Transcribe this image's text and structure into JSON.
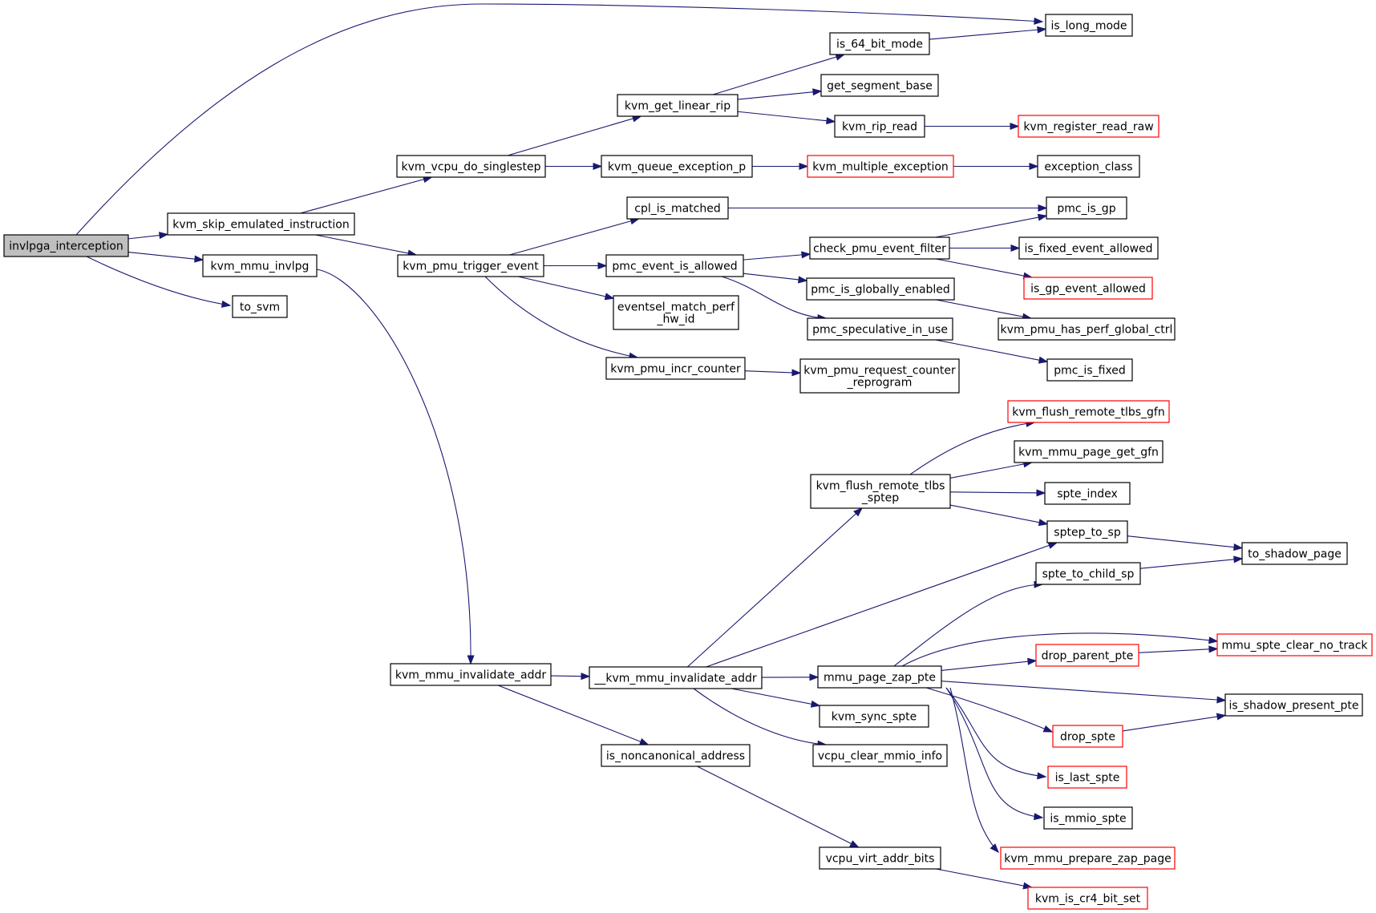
{
  "colors": {
    "edge": "#191970",
    "border_default": "#000000",
    "border_truncated": "#ff0000",
    "fill_default": "#ffffff",
    "fill_root": "#bfbfbf"
  },
  "nodes": [
    {
      "id": "n_root",
      "lines": [
        "invlpga_interception"
      ],
      "style": "root"
    },
    {
      "id": "n_skip",
      "lines": [
        "kvm_skip_emulated_instruction"
      ],
      "style": "default"
    },
    {
      "id": "n_mmu_invlpg",
      "lines": [
        "kvm_mmu_invlpg"
      ],
      "style": "default"
    },
    {
      "id": "n_to_svm",
      "lines": [
        "to_svm"
      ],
      "style": "default"
    },
    {
      "id": "n_is_long_mode",
      "lines": [
        "is_long_mode"
      ],
      "style": "default"
    },
    {
      "id": "n_singlestep",
      "lines": [
        "kvm_vcpu_do_singlestep"
      ],
      "style": "default"
    },
    {
      "id": "n_pmu_trigger",
      "lines": [
        "kvm_pmu_trigger_event"
      ],
      "style": "default"
    },
    {
      "id": "n_mmu_inval",
      "lines": [
        "kvm_mmu_invalidate_addr"
      ],
      "style": "default"
    },
    {
      "id": "n_get_linear_rip",
      "lines": [
        "kvm_get_linear_rip"
      ],
      "style": "default"
    },
    {
      "id": "n_queue_exc",
      "lines": [
        "kvm_queue_exception_p"
      ],
      "style": "default"
    },
    {
      "id": "n_is64",
      "lines": [
        "is_64_bit_mode"
      ],
      "style": "default"
    },
    {
      "id": "n_get_seg",
      "lines": [
        "get_segment_base"
      ],
      "style": "default"
    },
    {
      "id": "n_rip_read",
      "lines": [
        "kvm_rip_read"
      ],
      "style": "default"
    },
    {
      "id": "n_reg_read_raw",
      "lines": [
        "kvm_register_read_raw"
      ],
      "style": "truncated"
    },
    {
      "id": "n_mult_exc",
      "lines": [
        "kvm_multiple_exception"
      ],
      "style": "truncated"
    },
    {
      "id": "n_exc_class",
      "lines": [
        "exception_class"
      ],
      "style": "default"
    },
    {
      "id": "n_cpl",
      "lines": [
        "cpl_is_matched"
      ],
      "style": "default"
    },
    {
      "id": "n_pmc_is_gp",
      "lines": [
        "pmc_is_gp"
      ],
      "style": "default"
    },
    {
      "id": "n_pmc_allowed",
      "lines": [
        "pmc_event_is_allowed"
      ],
      "style": "default"
    },
    {
      "id": "n_check_filter",
      "lines": [
        "check_pmu_event_filter"
      ],
      "style": "default"
    },
    {
      "id": "n_fixed_allowed",
      "lines": [
        "is_fixed_event_allowed"
      ],
      "style": "default"
    },
    {
      "id": "n_gp_allowed",
      "lines": [
        "is_gp_event_allowed"
      ],
      "style": "truncated"
    },
    {
      "id": "n_glob_en",
      "lines": [
        "pmc_is_globally_enabled"
      ],
      "style": "default"
    },
    {
      "id": "n_spec",
      "lines": [
        "pmc_speculative_in_use"
      ],
      "style": "default"
    },
    {
      "id": "n_perf_glob",
      "lines": [
        "kvm_pmu_has_perf_global_ctrl"
      ],
      "style": "default"
    },
    {
      "id": "n_pmc_fixed",
      "lines": [
        "pmc_is_fixed"
      ],
      "style": "default"
    },
    {
      "id": "n_eventsel",
      "lines": [
        "eventsel_match_perf",
        "_hw_id"
      ],
      "style": "default"
    },
    {
      "id": "n_incr",
      "lines": [
        "kvm_pmu_incr_counter"
      ],
      "style": "default"
    },
    {
      "id": "n_req_reprog",
      "lines": [
        "kvm_pmu_request_counter",
        "_reprogram"
      ],
      "style": "default"
    },
    {
      "id": "n__mmu_inval",
      "lines": [
        "__kvm_mmu_invalidate_addr"
      ],
      "style": "default"
    },
    {
      "id": "n_noncanon",
      "lines": [
        "is_noncanonical_address"
      ],
      "style": "default"
    },
    {
      "id": "n_flush_sptep",
      "lines": [
        "kvm_flush_remote_tlbs",
        "_sptep"
      ],
      "style": "default"
    },
    {
      "id": "n_flush_gfn",
      "lines": [
        "kvm_flush_remote_tlbs_gfn"
      ],
      "style": "truncated"
    },
    {
      "id": "n_page_get_gfn",
      "lines": [
        "kvm_mmu_page_get_gfn"
      ],
      "style": "default"
    },
    {
      "id": "n_spte_index",
      "lines": [
        "spte_index"
      ],
      "style": "default"
    },
    {
      "id": "n_sptep_to_sp",
      "lines": [
        "sptep_to_sp"
      ],
      "style": "default"
    },
    {
      "id": "n_to_shadow",
      "lines": [
        "to_shadow_page"
      ],
      "style": "default"
    },
    {
      "id": "n_child_sp",
      "lines": [
        "spte_to_child_sp"
      ],
      "style": "default"
    },
    {
      "id": "n_zap_pte",
      "lines": [
        "mmu_page_zap_pte"
      ],
      "style": "default"
    },
    {
      "id": "n_clear_no_track",
      "lines": [
        "mmu_spte_clear_no_track"
      ],
      "style": "truncated"
    },
    {
      "id": "n_drop_parent",
      "lines": [
        "drop_parent_pte"
      ],
      "style": "truncated"
    },
    {
      "id": "n_shadow_present",
      "lines": [
        "is_shadow_present_pte"
      ],
      "style": "default"
    },
    {
      "id": "n_drop_spte",
      "lines": [
        "drop_spte"
      ],
      "style": "truncated"
    },
    {
      "id": "n_last_spte",
      "lines": [
        "is_last_spte"
      ],
      "style": "truncated"
    },
    {
      "id": "n_mmio_spte",
      "lines": [
        "is_mmio_spte"
      ],
      "style": "default"
    },
    {
      "id": "n_prep_zap",
      "lines": [
        "kvm_mmu_prepare_zap_page"
      ],
      "style": "truncated"
    },
    {
      "id": "n_sync_spte",
      "lines": [
        "kvm_sync_spte"
      ],
      "style": "default"
    },
    {
      "id": "n_clear_mmio",
      "lines": [
        "vcpu_clear_mmio_info"
      ],
      "style": "default"
    },
    {
      "id": "n_virt_bits",
      "lines": [
        "vcpu_virt_addr_bits"
      ],
      "style": "default"
    },
    {
      "id": "n_cr4",
      "lines": [
        "kvm_is_cr4_bit_set"
      ],
      "style": "truncated"
    }
  ],
  "edges": [
    [
      "n_root",
      "n_is_long_mode"
    ],
    [
      "n_root",
      "n_skip"
    ],
    [
      "n_root",
      "n_mmu_invlpg"
    ],
    [
      "n_root",
      "n_to_svm"
    ],
    [
      "n_skip",
      "n_singlestep"
    ],
    [
      "n_skip",
      "n_pmu_trigger"
    ],
    [
      "n_mmu_invlpg",
      "n_mmu_inval"
    ],
    [
      "n_singlestep",
      "n_get_linear_rip"
    ],
    [
      "n_singlestep",
      "n_queue_exc"
    ],
    [
      "n_get_linear_rip",
      "n_is64"
    ],
    [
      "n_get_linear_rip",
      "n_get_seg"
    ],
    [
      "n_get_linear_rip",
      "n_rip_read"
    ],
    [
      "n_is64",
      "n_is_long_mode"
    ],
    [
      "n_rip_read",
      "n_reg_read_raw"
    ],
    [
      "n_queue_exc",
      "n_mult_exc"
    ],
    [
      "n_mult_exc",
      "n_exc_class"
    ],
    [
      "n_pmu_trigger",
      "n_cpl"
    ],
    [
      "n_pmu_trigger",
      "n_pmc_allowed"
    ],
    [
      "n_pmu_trigger",
      "n_eventsel"
    ],
    [
      "n_pmu_trigger",
      "n_incr"
    ],
    [
      "n_cpl",
      "n_pmc_is_gp"
    ],
    [
      "n_pmc_allowed",
      "n_check_filter"
    ],
    [
      "n_pmc_allowed",
      "n_glob_en"
    ],
    [
      "n_pmc_allowed",
      "n_spec"
    ],
    [
      "n_check_filter",
      "n_pmc_is_gp"
    ],
    [
      "n_check_filter",
      "n_fixed_allowed"
    ],
    [
      "n_check_filter",
      "n_gp_allowed"
    ],
    [
      "n_glob_en",
      "n_perf_glob"
    ],
    [
      "n_spec",
      "n_pmc_fixed"
    ],
    [
      "n_incr",
      "n_req_reprog"
    ],
    [
      "n_mmu_inval",
      "n__mmu_inval"
    ],
    [
      "n_mmu_inval",
      "n_noncanon"
    ],
    [
      "n__mmu_inval",
      "n_flush_sptep"
    ],
    [
      "n__mmu_inval",
      "n_sptep_to_sp"
    ],
    [
      "n__mmu_inval",
      "n_zap_pte"
    ],
    [
      "n__mmu_inval",
      "n_sync_spte"
    ],
    [
      "n__mmu_inval",
      "n_clear_mmio"
    ],
    [
      "n_noncanon",
      "n_virt_bits"
    ],
    [
      "n_virt_bits",
      "n_cr4"
    ],
    [
      "n_flush_sptep",
      "n_flush_gfn"
    ],
    [
      "n_flush_sptep",
      "n_page_get_gfn"
    ],
    [
      "n_flush_sptep",
      "n_spte_index"
    ],
    [
      "n_flush_sptep",
      "n_sptep_to_sp"
    ],
    [
      "n_sptep_to_sp",
      "n_to_shadow"
    ],
    [
      "n_child_sp",
      "n_to_shadow"
    ],
    [
      "n_zap_pte",
      "n_child_sp"
    ],
    [
      "n_zap_pte",
      "n_clear_no_track"
    ],
    [
      "n_zap_pte",
      "n_drop_parent"
    ],
    [
      "n_zap_pte",
      "n_shadow_present"
    ],
    [
      "n_zap_pte",
      "n_drop_spte"
    ],
    [
      "n_zap_pte",
      "n_last_spte"
    ],
    [
      "n_zap_pte",
      "n_mmio_spte"
    ],
    [
      "n_zap_pte",
      "n_prep_zap"
    ],
    [
      "n_drop_parent",
      "n_clear_no_track"
    ],
    [
      "n_drop_spte",
      "n_shadow_present"
    ]
  ]
}
